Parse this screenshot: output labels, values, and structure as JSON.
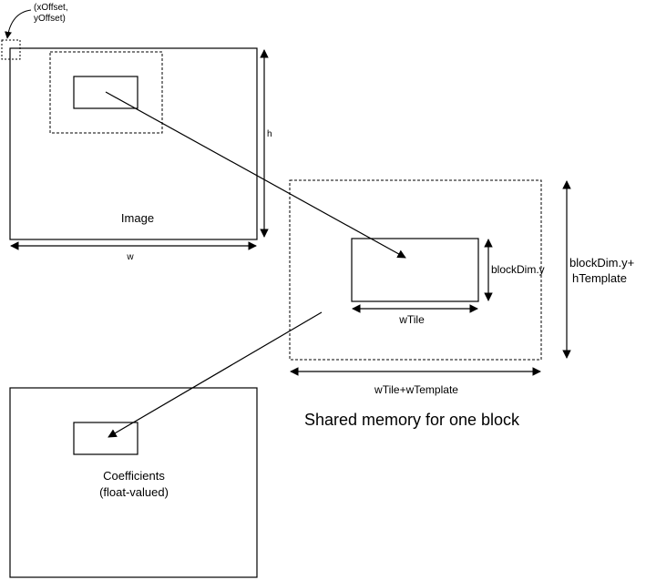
{
  "labels": {
    "offset_line1": "(xOffset,",
    "offset_line2": "yOffset)",
    "h": "h",
    "image": "Image",
    "w": "w",
    "block_dim_y": "blockDim.y",
    "w_tile": "wTile",
    "block_dim_y_plus_line1": "blockDim.y+",
    "block_dim_y_plus_line2": "hTemplate",
    "w_tile_plus_template": "wTile+wTemplate",
    "shared_memory": "Shared memory for one block",
    "coefficients_line1": "Coefficients",
    "coefficients_line2": "(float-valued)"
  },
  "colors": {
    "stroke": "#000000",
    "background": "#ffffff"
  }
}
